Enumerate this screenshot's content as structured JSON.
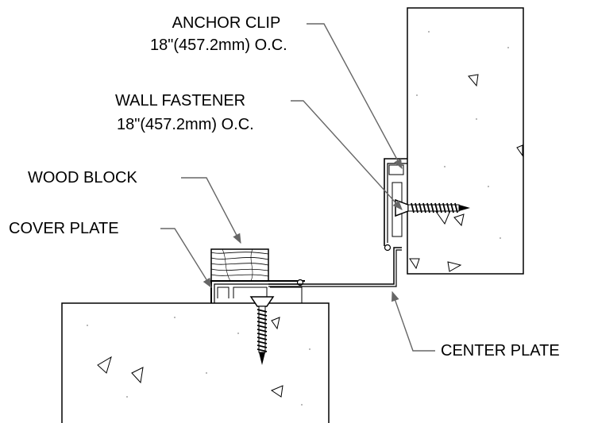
{
  "labels": {
    "anchor_clip": "ANCHOR CLIP",
    "anchor_clip_spacing": "18\"(457.2mm)  O.C.",
    "wall_fastener": "WALL FASTENER",
    "wall_fastener_spacing": "18\"(457.2mm)  O.C.",
    "wood_block": "WOOD BLOCK",
    "cover_plate": "COVER PLATE",
    "center_plate": "CENTER PLATE"
  },
  "colors": {
    "line": "#000000",
    "concrete_fill": "#ffffff",
    "aggregate_dots": "#888888"
  }
}
